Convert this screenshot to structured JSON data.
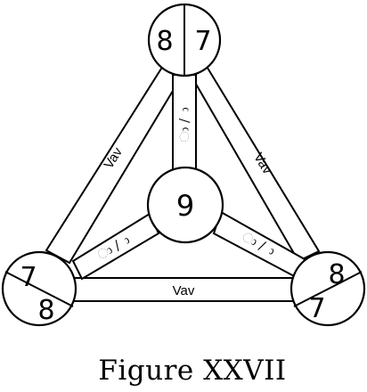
{
  "nodes": {
    "top": {
      "left": "8",
      "right": "7"
    },
    "center": {
      "value": "9"
    },
    "bottom_left": {
      "upper": "7",
      "lower": "8"
    },
    "bottom_right": {
      "upper": "8",
      "lower": "7"
    }
  },
  "edges": {
    "top_left": "Vav",
    "top_right": "Vav",
    "bottom": "Vav",
    "center_top": "ා / ා",
    "center_left": "ා / ා",
    "center_right": "ා / ා"
  },
  "caption": "Figure XXVII"
}
